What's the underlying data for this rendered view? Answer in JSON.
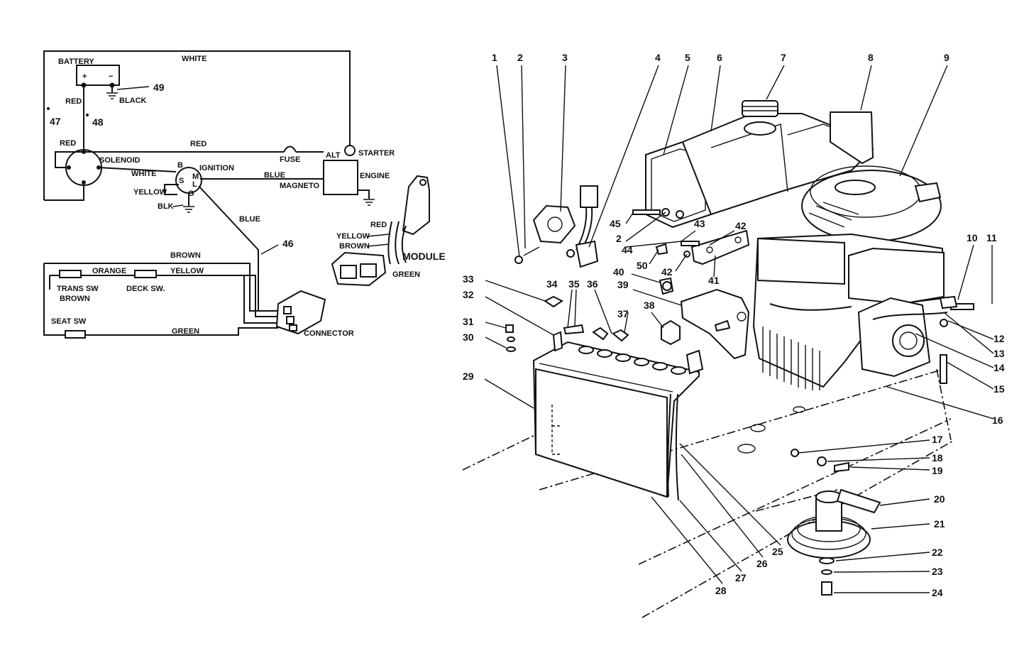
{
  "wiring": {
    "battery": "BATTERY",
    "white_top": "WHITE",
    "plus": "+",
    "minus": "−",
    "n49": "49",
    "red_left": "RED",
    "black": "BLACK",
    "n47": "47",
    "n48": "48",
    "red_mid": "RED",
    "red_sol": "RED",
    "solenoid": "SOLENOID",
    "fuse": "FUSE",
    "alt": "ALT",
    "starter": "STARTER",
    "white_sol": "WHITE",
    "b": "B",
    "ignition": "IGNITION",
    "blue_top": "BLUE",
    "engine": "ENGINE",
    "s": "S",
    "m": "M",
    "l": "L",
    "g": "G",
    "yellow_ign": "YELLOW",
    "magneto": "MAGNETO",
    "blk": "BLK",
    "blue_diag": "BLUE",
    "n46": "46",
    "red_mod": "RED",
    "yellow_mod": "YELLOW",
    "brown_mod": "BROWN",
    "module": "MODULE",
    "green_mod": "GREEN",
    "brown_top": "BROWN",
    "orange": "ORANGE",
    "yellow_sw": "YELLOW",
    "trans_sw": "TRANS SW",
    "deck_sw": "DECK SW.",
    "brown_sw": "BROWN",
    "seat_sw": "SEAT SW",
    "green_sw": "GREEN",
    "connector": "CONNECTOR"
  },
  "callouts": {
    "c1": "1",
    "c2": "2",
    "c3": "3",
    "c4": "4",
    "c5": "5",
    "c6": "6",
    "c7": "7",
    "c8": "8",
    "c9": "9",
    "c10": "10",
    "c11": "11",
    "c12": "12",
    "c13": "13",
    "c14": "14",
    "c15": "15",
    "c16": "16",
    "c17": "17",
    "c18": "18",
    "c19": "19",
    "c20": "20",
    "c21": "21",
    "c22": "22",
    "c23": "23",
    "c24": "24",
    "c25": "25",
    "c26": "26",
    "c27": "27",
    "c28": "28",
    "c29": "29",
    "c30": "30",
    "c31": "31",
    "c32": "32",
    "c33": "33",
    "c34": "34",
    "c35": "35",
    "c36": "36",
    "c37": "37",
    "c38": "38",
    "c39": "39",
    "c40": "40",
    "c41": "41",
    "c42a": "42",
    "c42b": "42",
    "c43": "43",
    "c44": "44",
    "c45": "45",
    "c2b": "2",
    "c50": "50"
  }
}
